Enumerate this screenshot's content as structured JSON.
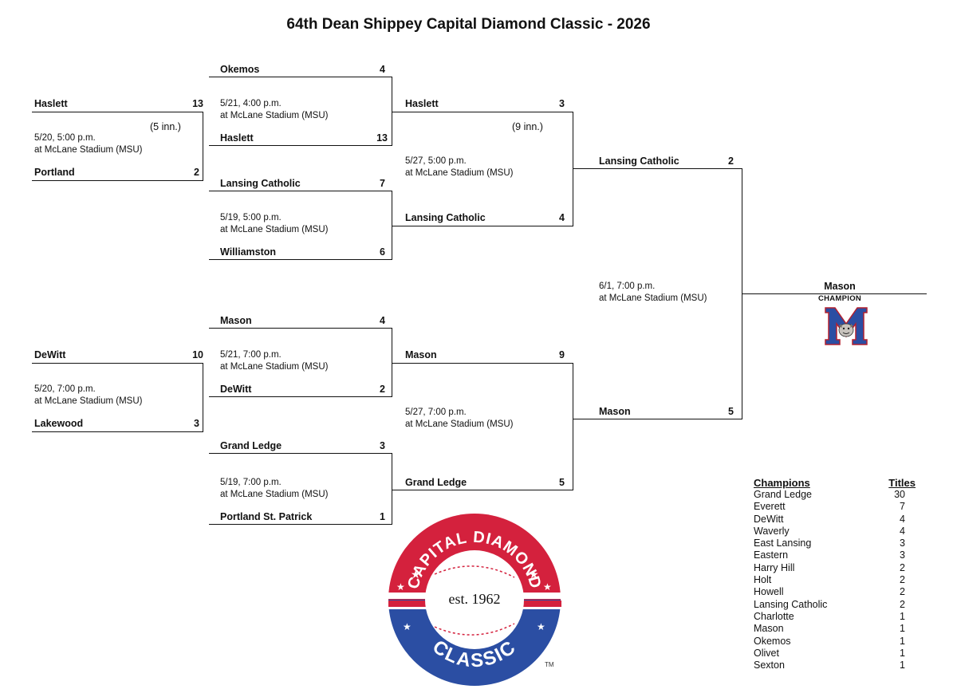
{
  "title": "64th Dean Shippey Capital Diamond Classic - 2026",
  "bracket": {
    "first_round": {
      "g1": {
        "top_team": "Haslett",
        "top_score": "13",
        "bottom_team": "Portland",
        "bottom_score": "2",
        "note": "(5 inn.)",
        "date": "5/20, 5:00 p.m.",
        "venue": "at McLane Stadium (MSU)"
      },
      "g2": {
        "top_team": "DeWitt",
        "top_score": "10",
        "bottom_team": "Lakewood",
        "bottom_score": "3",
        "date": "5/20, 7:00 p.m.",
        "venue": "at McLane Stadium (MSU)"
      }
    },
    "second_round": {
      "g1": {
        "top_team": "Okemos",
        "top_score": "4",
        "bottom_team": "Haslett",
        "bottom_score": "13",
        "date": "5/21, 4:00 p.m.",
        "venue": "at McLane Stadium (MSU)"
      },
      "g2": {
        "top_team": "Lansing Catholic",
        "top_score": "7",
        "bottom_team": "Williamston",
        "bottom_score": "6",
        "date": "5/19, 5:00 p.m.",
        "venue": "at McLane Stadium (MSU)"
      },
      "g3": {
        "top_team": "Mason",
        "top_score": "4",
        "bottom_team": "DeWitt",
        "bottom_score": "2",
        "date": "5/21, 7:00 p.m.",
        "venue": "at McLane Stadium (MSU)"
      },
      "g4": {
        "top_team": "Grand Ledge",
        "top_score": "3",
        "bottom_team": "Portland St. Patrick",
        "bottom_score": "1",
        "date": "5/19, 7:00 p.m.",
        "venue": "at McLane Stadium (MSU)"
      }
    },
    "semifinals": {
      "g1": {
        "top_team": "Haslett",
        "top_score": "3",
        "bottom_team": "Lansing Catholic",
        "bottom_score": "4",
        "note": "(9 inn.)",
        "date": "5/27, 5:00 p.m.",
        "venue": "at McLane Stadium (MSU)"
      },
      "g2": {
        "top_team": "Mason",
        "top_score": "9",
        "bottom_team": "Grand Ledge",
        "bottom_score": "5",
        "date": "5/27, 7:00 p.m.",
        "venue": "at McLane Stadium (MSU)"
      }
    },
    "final": {
      "top_team": "Lansing Catholic",
      "top_score": "2",
      "bottom_team": "Mason",
      "bottom_score": "5",
      "date": "6/1, 7:00 p.m.",
      "venue": "at McLane Stadium (MSU)"
    },
    "champion": {
      "name": "Mason",
      "label": "CHAMPION",
      "logo_letter": "M"
    }
  },
  "logo": {
    "top_text": "CAPITAL DIAMOND",
    "est": "est. 1962",
    "bottom_text": "CLASSIC",
    "tm": "TM",
    "red": "#d4213d",
    "blue": "#2b4ea3"
  },
  "champions_table": {
    "header_left": "Champions",
    "header_right": "Titles",
    "rows": [
      {
        "team": "Grand Ledge",
        "titles": "30"
      },
      {
        "team": "Everett",
        "titles": "7"
      },
      {
        "team": "DeWitt",
        "titles": "4"
      },
      {
        "team": "Waverly",
        "titles": "4"
      },
      {
        "team": "East Lansing",
        "titles": "3"
      },
      {
        "team": "Eastern",
        "titles": "3"
      },
      {
        "team": "Harry Hill",
        "titles": "2"
      },
      {
        "team": "Holt",
        "titles": "2"
      },
      {
        "team": "Howell",
        "titles": "2"
      },
      {
        "team": "Lansing Catholic",
        "titles": "2"
      },
      {
        "team": "Charlotte",
        "titles": "1"
      },
      {
        "team": "Mason",
        "titles": "1"
      },
      {
        "team": "Okemos",
        "titles": "1"
      },
      {
        "team": "Olivet",
        "titles": "1"
      },
      {
        "team": "Sexton",
        "titles": "1"
      }
    ]
  }
}
